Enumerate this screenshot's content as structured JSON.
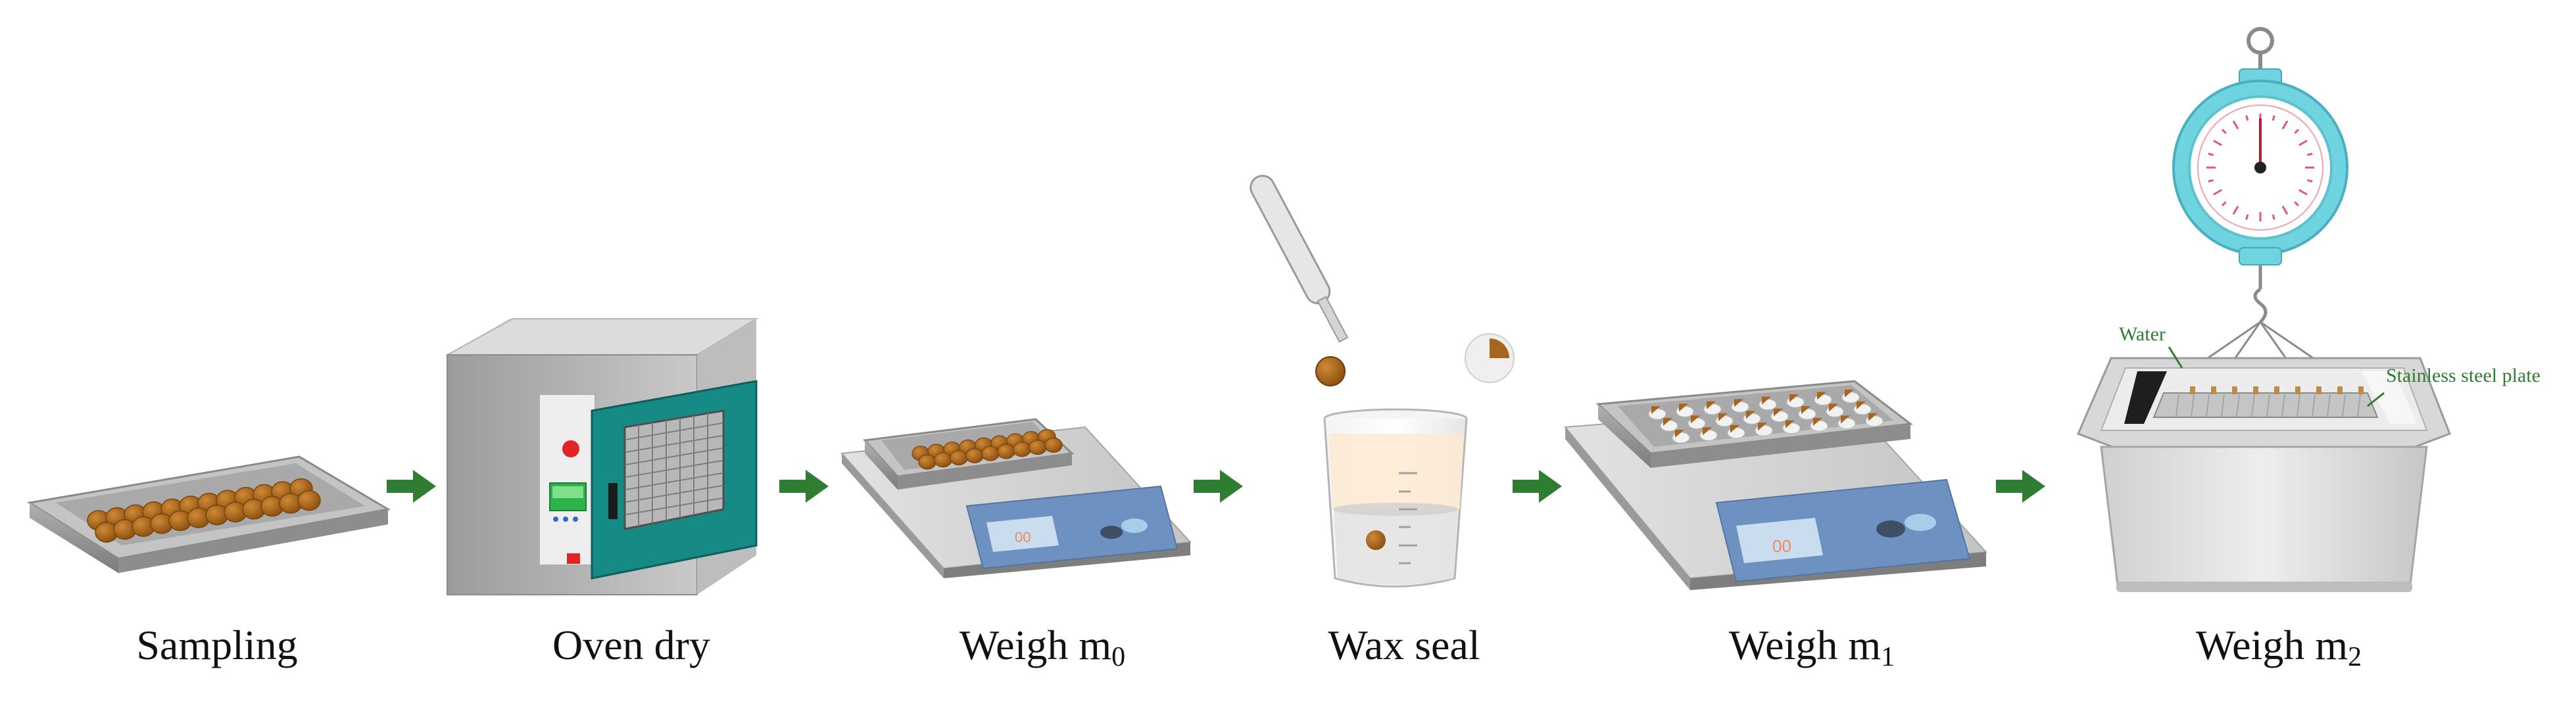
{
  "steps": [
    {
      "id": "sampling",
      "label": "Sampling",
      "sub": ""
    },
    {
      "id": "oven",
      "label": "Oven dry",
      "sub": ""
    },
    {
      "id": "weigh0",
      "label": "Weigh m",
      "sub": "0"
    },
    {
      "id": "wax",
      "label": "Wax seal",
      "sub": ""
    },
    {
      "id": "weigh1",
      "label": "Weigh m",
      "sub": "1"
    },
    {
      "id": "weigh2",
      "label": "Weigh m",
      "sub": "2"
    }
  ],
  "callouts": {
    "water": "Water",
    "plate": "Stainless steel plate"
  },
  "display_text": "00",
  "colors": {
    "arrow": "#2e7d32",
    "soil": "#a8661c",
    "oven_door": "#168a85",
    "scale_panel": "#6d92c2",
    "dial_rim": "#6fd3e0",
    "callout": "#2e7d32"
  }
}
